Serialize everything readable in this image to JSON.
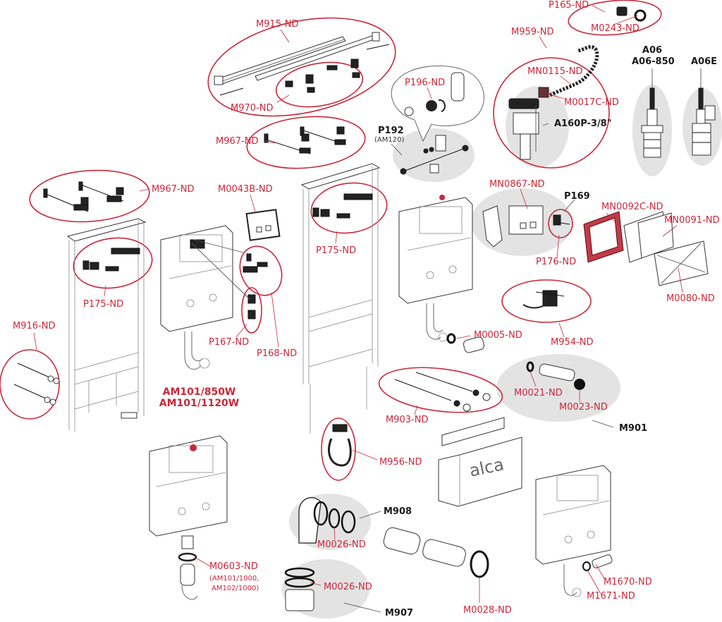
{
  "diagram": {
    "title": "Alca concealed cistern frames — spare parts exploded view",
    "brand_logo_text": "alca",
    "colors": {
      "accent_red": "#c8283a",
      "highlight_gray": "#e3e3e3",
      "line_art": "#333333",
      "label_black": "#1a1a1a"
    },
    "models": {
      "line1": "AM101/850W",
      "line2": "AM101/1120W"
    },
    "parts": {
      "m915": "M915-ND",
      "m970": "M970-ND",
      "p165": "P165-ND",
      "m0243": "M0243-ND",
      "m959": "M959-ND",
      "mn0115": "MN0115-ND",
      "m0017c": "M0017C-ND",
      "a160p": "A160P-3/8\"",
      "a06": "A06",
      "a06_850": "A06-850",
      "a06e": "A06E",
      "p196": "P196-ND",
      "p192": "P192",
      "p192_sub": "(AM120)",
      "m967_top": "M967-ND",
      "m967_left": "M967-ND",
      "m0043b": "M0043B-ND",
      "p175_left": "P175-ND",
      "p175_mid": "P175-ND",
      "mn0867": "MN0867-ND",
      "p169": "P169",
      "mn0092c": "MN0092C-ND",
      "mn0091": "MN0091-ND",
      "p176": "P176-ND",
      "m0080": "M0080-ND",
      "m916": "M916-ND",
      "p167": "P167-ND",
      "p168": "P168-ND",
      "m0005": "M0005-ND",
      "m954": "M954-ND",
      "m0021": "M0021-ND",
      "m0023": "M0023-ND",
      "m901": "M901",
      "m903": "M903-ND",
      "m956": "M956-ND",
      "m908": "M908",
      "m0026_a": "M0026-ND",
      "m0026_b": "M0026-ND",
      "m907": "M907",
      "m0603": "M0603-ND",
      "m0603_sub1": "(AM101/1000,",
      "m0603_sub2": "AM102/1000)",
      "m0028": "M0028-ND",
      "m1670": "M1670-ND",
      "m1671": "M1671-ND"
    }
  }
}
